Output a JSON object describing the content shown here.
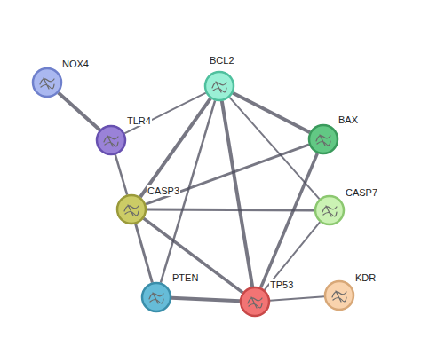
{
  "diagram": {
    "nodes": [
      {
        "text": [
          "NOX4"
        ]
      },
      {
        "text": [
          "BCL2"
        ]
      },
      {
        "text": [
          "TLR4"
        ]
      },
      {
        "text": [
          "BAX"
        ]
      },
      {
        "text": [
          "CASP3"
        ]
      },
      {
        "text": [
          "CASP7"
        ]
      },
      {
        "text": [
          "PTEN"
        ]
      },
      {
        "text": [
          "TP53"
        ]
      },
      {
        "text": [
          "KDR"
        ]
      }
    ],
    "edges": [
      {
        "from": 0,
        "to": 2,
        "arrow": "none"
      },
      {
        "from": 2,
        "to": 1,
        "arrow": "none"
      },
      {
        "from": 2,
        "to": 4,
        "arrow": "none"
      },
      {
        "from": 1,
        "to": 3,
        "arrow": "none"
      },
      {
        "from": 1,
        "to": 5,
        "arrow": "none"
      },
      {
        "from": 1,
        "to": 4,
        "arrow": "none"
      },
      {
        "from": 1,
        "to": 6,
        "arrow": "none"
      },
      {
        "from": 1,
        "to": 7,
        "arrow": "none"
      },
      {
        "from": 3,
        "to": 4,
        "arrow": "none"
      },
      {
        "from": 3,
        "to": 7,
        "arrow": "none"
      },
      {
        "from": 4,
        "to": 5,
        "arrow": "none"
      },
      {
        "from": 4,
        "to": 6,
        "arrow": "none"
      },
      {
        "from": 4,
        "to": 7,
        "arrow": "none"
      },
      {
        "from": 5,
        "to": 7,
        "arrow": "none"
      },
      {
        "from": 6,
        "to": 7,
        "arrow": "none"
      },
      {
        "from": 7,
        "to": 8,
        "arrow": "none"
      }
    ]
  }
}
